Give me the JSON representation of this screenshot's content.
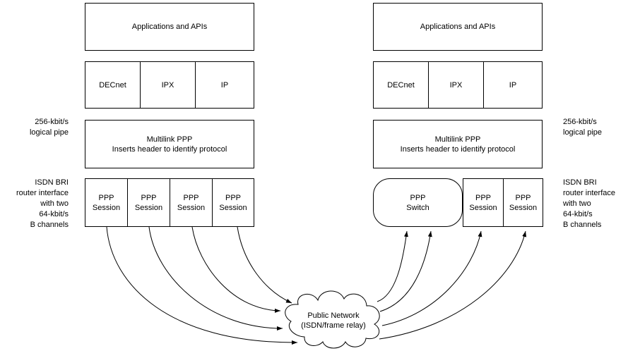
{
  "left_stack": {
    "applications_label": "Applications and APIs",
    "protocols": [
      "DECnet",
      "IPX",
      "IP"
    ],
    "multilink_label": "Multilink PPP\nInserts header to identify protocol",
    "session_label": "PPP\nSession",
    "pipe_label": "256-kbit/s\nlogical pipe",
    "isdn_label": "ISDN BRI\nrouter interface\nwith two\n64-kbit/s\nB channels"
  },
  "right_stack": {
    "applications_label": "Applications and APIs",
    "protocols": [
      "DECnet",
      "IPX",
      "IP"
    ],
    "multilink_label": "Multilink PPP\nInserts header to identify protocol",
    "switch_label": "PPP\nSwitch",
    "session_label": "PPP\nSession",
    "pipe_label": "256-kbit/s\nlogical pipe",
    "isdn_label": "ISDN BRI\nrouter interface\nwith two\n64-kbit/s\nB channels"
  },
  "cloud": {
    "label": "Public Network\n(ISDN/frame relay)"
  },
  "colors": {
    "line": "#000000",
    "background": "#ffffff",
    "text": "#000000"
  }
}
